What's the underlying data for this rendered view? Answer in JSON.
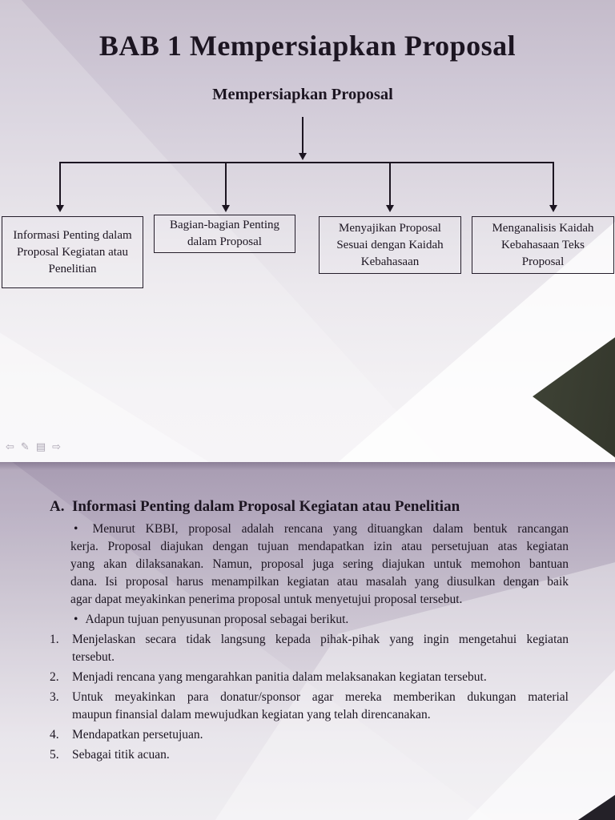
{
  "colors": {
    "slide1_bg_top": "#c4bbca",
    "slide1_bg_bottom": "#f4f2f5",
    "slide2_bg_top": "#a89cb2",
    "slide2_bg_bottom": "#edebef",
    "ink": "#1c1521",
    "accent_green": "#6b7657",
    "dark_corner": "#242128"
  },
  "slide1": {
    "title": "BAB 1 Mempersiapkan Proposal",
    "diagram": {
      "root_label": "Mempersiapkan Proposal",
      "boxes": [
        {
          "label": "Informasi Penting dalam Proposal Kegiatan atau Penelitian"
        },
        {
          "label": "Bagian-bagian Penting dalam Proposal"
        },
        {
          "label": "Menyajikan Proposal Sesuai dengan Kaidah Kebahasaan"
        },
        {
          "label": "Menganalisis Kaidah Kebahasaan Teks Proposal"
        }
      ]
    },
    "presenter_controls": [
      {
        "name": "previous-slide",
        "glyph": "⇦"
      },
      {
        "name": "pen-tool",
        "glyph": "✎"
      },
      {
        "name": "slide-menu",
        "glyph": "▤"
      },
      {
        "name": "next-slide",
        "glyph": "⇨"
      }
    ]
  },
  "slide2": {
    "heading_letter": "A.",
    "heading": "Informasi Penting dalam Proposal Kegiatan atau Penelitian",
    "bullets": [
      {
        "marker": "•",
        "lines": [
          "Menurut KBBI, proposal adalah rencana yang dituangkan dalam bentuk rancangan",
          "kerja. Proposal diajukan dengan tujuan mendapatkan izin atau persetujuan atas kegiatan",
          "yang akan dilaksanakan. Namun, proposal juga sering diajukan untuk memohon bantuan",
          "dana. Isi proposal harus menampilkan kegiatan atau masalah yang diusulkan dengan baik",
          "agar dapat meyakinkan penerima proposal untuk menyetujui proposal tersebut."
        ]
      },
      {
        "marker": "•",
        "lines": [
          "Adapun tujuan penyusunan proposal sebagai berikut."
        ]
      }
    ],
    "numbered": [
      {
        "num": "1.",
        "lines": [
          "Menjelaskan secara tidak langsung kepada pihak-pihak yang ingin mengetahui kegiatan",
          "tersebut."
        ]
      },
      {
        "num": "2.",
        "lines": [
          "Menjadi rencana yang mengarahkan panitia dalam melaksanakan kegiatan tersebut."
        ]
      },
      {
        "num": "3.",
        "lines": [
          "Untuk meyakinkan para donatur/sponsor agar mereka memberikan dukungan material",
          "maupun finansial dalam mewujudkan kegiatan yang telah direncanakan."
        ]
      },
      {
        "num": "4.",
        "lines": [
          "Mendapatkan persetujuan."
        ]
      },
      {
        "num": "5.",
        "lines": [
          "Sebagai titik acuan."
        ]
      }
    ]
  }
}
